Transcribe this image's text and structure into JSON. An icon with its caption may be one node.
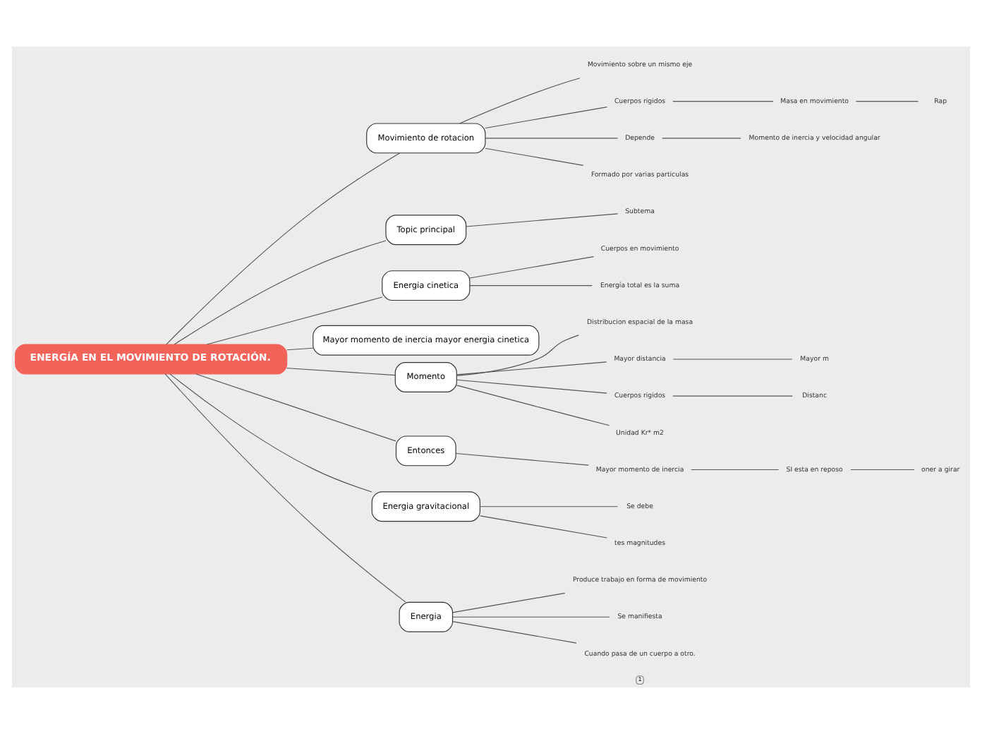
{
  "diagram": {
    "nodes": [
      {
        "text": [
          "ENERGÍA EN EL MOVIMIENTO DE ROTACIÓN."
        ]
      },
      {
        "text": [
          "Movimiento de rotacion"
        ]
      },
      {
        "text": [
          "Movimiento sobre un mismo eje"
        ]
      },
      {
        "text": [
          "Cuerpos rigidos"
        ]
      },
      {
        "text": [
          "Masa en movimiento"
        ]
      },
      {
        "text": [
          "Rap"
        ]
      },
      {
        "text": [
          "Depende"
        ]
      },
      {
        "text": [
          "Momento de inercia y velocidad angular"
        ]
      },
      {
        "text": [
          "Formado por varias particulas"
        ]
      },
      {
        "text": [
          "Topic principal"
        ]
      },
      {
        "text": [
          "Subtema"
        ]
      },
      {
        "text": [
          "Energia cinetica"
        ]
      },
      {
        "text": [
          "Cuerpos en movimiento"
        ]
      },
      {
        "text": [
          "Energía total es la suma"
        ]
      },
      {
        "text": [
          "Mayor momento de inercia mayor energia cinetica"
        ]
      },
      {
        "text": [
          "Momento"
        ]
      },
      {
        "text": [
          "Distribucion espacial de la masa"
        ]
      },
      {
        "text": [
          "Mayor distancia"
        ]
      },
      {
        "text": [
          "Mayor m"
        ]
      },
      {
        "text": [
          "Cuerpos rigidos"
        ]
      },
      {
        "text": [
          "Distanc"
        ]
      },
      {
        "text": [
          "Unidad Kr* m2"
        ]
      },
      {
        "text": [
          "Entonces"
        ]
      },
      {
        "text": [
          "Mayor momento de inercia"
        ]
      },
      {
        "text": [
          "SI esta en reposo"
        ]
      },
      {
        "text": [
          "oner a girar"
        ]
      },
      {
        "text": [
          "Energia gravitacional"
        ]
      },
      {
        "text": [
          "Se debe"
        ]
      },
      {
        "text": [
          "tes magnitudes"
        ]
      },
      {
        "text": [
          "Energia"
        ]
      },
      {
        "text": [
          "Produce trabajo en forma de movimiento"
        ]
      },
      {
        "text": [
          "Se manifiesta"
        ]
      },
      {
        "text": [
          "Cuando pasa de un cuerpo a otro."
        ]
      }
    ],
    "edges": [
      {
        "from": 0,
        "to": 1,
        "arrow": "none"
      },
      {
        "from": 1,
        "to": 2,
        "arrow": "none"
      },
      {
        "from": 1,
        "to": 3,
        "arrow": "none"
      },
      {
        "from": 3,
        "to": 4,
        "arrow": "none"
      },
      {
        "from": 4,
        "to": 5,
        "arrow": "none"
      },
      {
        "from": 1,
        "to": 6,
        "arrow": "none"
      },
      {
        "from": 6,
        "to": 7,
        "arrow": "none"
      },
      {
        "from": 1,
        "to": 8,
        "arrow": "none"
      },
      {
        "from": 0,
        "to": 9,
        "arrow": "none"
      },
      {
        "from": 9,
        "to": 10,
        "arrow": "none"
      },
      {
        "from": 0,
        "to": 11,
        "arrow": "none"
      },
      {
        "from": 11,
        "to": 12,
        "arrow": "none"
      },
      {
        "from": 11,
        "to": 13,
        "arrow": "none"
      },
      {
        "from": 0,
        "to": 14,
        "arrow": "none"
      },
      {
        "from": 0,
        "to": 15,
        "arrow": "none"
      },
      {
        "from": 15,
        "to": 16,
        "arrow": "none"
      },
      {
        "from": 15,
        "to": 17,
        "arrow": "none"
      },
      {
        "from": 17,
        "to": 18,
        "arrow": "none"
      },
      {
        "from": 15,
        "to": 19,
        "arrow": "none"
      },
      {
        "from": 19,
        "to": 20,
        "arrow": "none"
      },
      {
        "from": 15,
        "to": 21,
        "arrow": "none"
      },
      {
        "from": 0,
        "to": 22,
        "arrow": "none"
      },
      {
        "from": 22,
        "to": 23,
        "arrow": "none"
      },
      {
        "from": 23,
        "to": 24,
        "arrow": "none"
      },
      {
        "from": 24,
        "to": 25,
        "arrow": "none"
      },
      {
        "from": 0,
        "to": 26,
        "arrow": "none"
      },
      {
        "from": 26,
        "to": 27,
        "arrow": "none"
      },
      {
        "from": 26,
        "to": 28,
        "arrow": "none"
      },
      {
        "from": 0,
        "to": 29,
        "arrow": "none"
      },
      {
        "from": 29,
        "to": 30,
        "arrow": "none"
      },
      {
        "from": 29,
        "to": 31,
        "arrow": "none"
      },
      {
        "from": 29,
        "to": 32,
        "arrow": "none"
      }
    ],
    "labels": [
      "1"
    ]
  }
}
